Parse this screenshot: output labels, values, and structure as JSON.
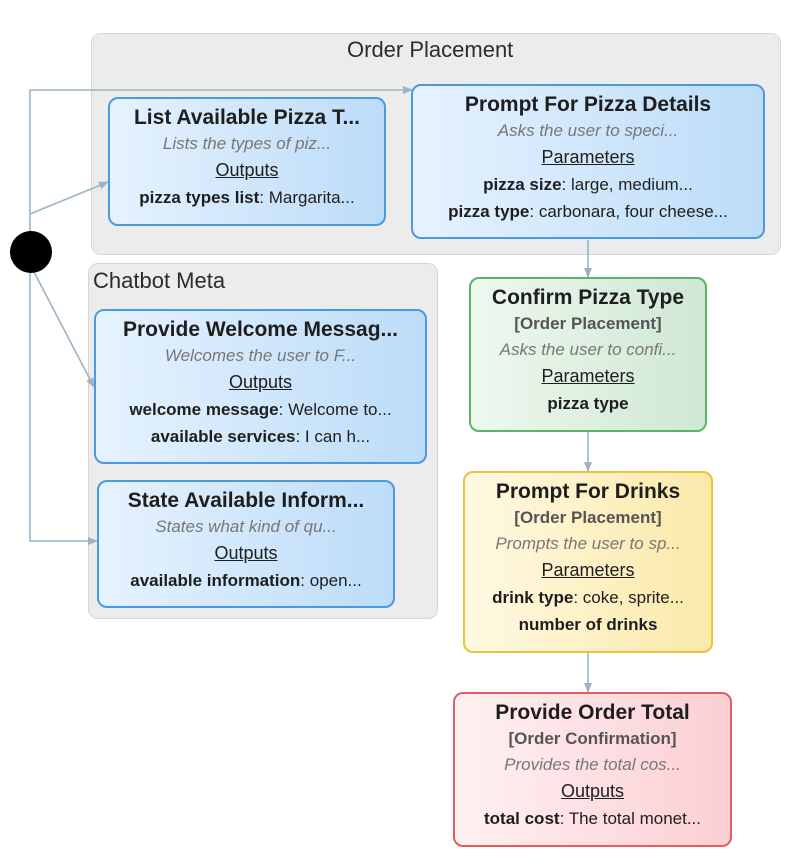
{
  "groups": {
    "order_placement": "Order Placement",
    "chatbot_meta": "Chatbot Meta"
  },
  "nodes": {
    "list_pizza": {
      "title": "List Available Pizza T...",
      "desc": "Lists the types of piz...",
      "section": "Outputs",
      "items": [
        {
          "key": "pizza types list",
          "value": ": Margarita..."
        }
      ]
    },
    "prompt_pizza": {
      "title": "Prompt For Pizza Details",
      "desc": "Asks the user to speci...",
      "section": "Parameters",
      "items": [
        {
          "key": "pizza size",
          "value": ": large, medium..."
        },
        {
          "key": "pizza type",
          "value": ": carbonara, four cheese..."
        }
      ]
    },
    "welcome": {
      "title": "Provide Welcome Messag...",
      "desc": "Welcomes the user to F...",
      "section": "Outputs",
      "items": [
        {
          "key": "welcome message",
          "value": ": Welcome to..."
        },
        {
          "key": "available services",
          "value": ": I can h..."
        }
      ]
    },
    "state_info": {
      "title": "State Available Inform...",
      "desc": "States what kind of qu...",
      "section": "Outputs",
      "items": [
        {
          "key": "available information",
          "value": ": open..."
        }
      ]
    },
    "confirm_pizza": {
      "title": "Confirm Pizza Type",
      "group": "[Order Placement]",
      "desc": "Asks the user to confi...",
      "section": "Parameters",
      "items": [
        {
          "key": "pizza type",
          "value": ""
        }
      ]
    },
    "prompt_drinks": {
      "title": "Prompt For Drinks",
      "group": "[Order Placement]",
      "desc": "Prompts the user to sp...",
      "section": "Parameters",
      "items": [
        {
          "key": "drink type",
          "value": ": coke, sprite..."
        },
        {
          "key": "number of drinks",
          "value": ""
        }
      ]
    },
    "order_total": {
      "title": "Provide Order Total",
      "group": "[Order Confirmation]",
      "desc": "Provides the total cos...",
      "section": "Outputs",
      "items": [
        {
          "key": "total cost",
          "value": ": The total monet..."
        }
      ]
    }
  },
  "colors": {
    "edge": "#9bb3c4",
    "start": "#000000",
    "blue": "#4a9ae0",
    "green": "#5bb46a",
    "yellow": "#ecc23e",
    "red": "#e25d62"
  }
}
